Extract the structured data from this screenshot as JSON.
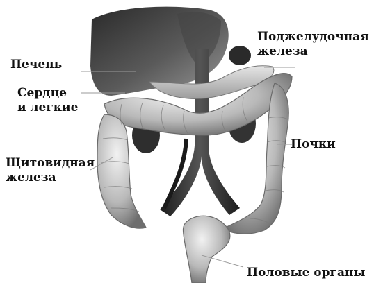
{
  "labels": {
    "liver": "Печень",
    "heart_lungs": [
      "Сердце",
      "и легкие"
    ],
    "thyroid": [
      "Щитовидная",
      "железа"
    ],
    "pancreas": [
      "Поджелудочная",
      "железа"
    ],
    "kidneys": "Почки",
    "genitals": "Половые органы"
  },
  "colors": {
    "text": "#111111",
    "leader_line": "#9a9a9a",
    "organ_dark": "#3a3a3a",
    "organ_mid": "#8c8c8c",
    "organ_light": "#d9d9d9"
  }
}
